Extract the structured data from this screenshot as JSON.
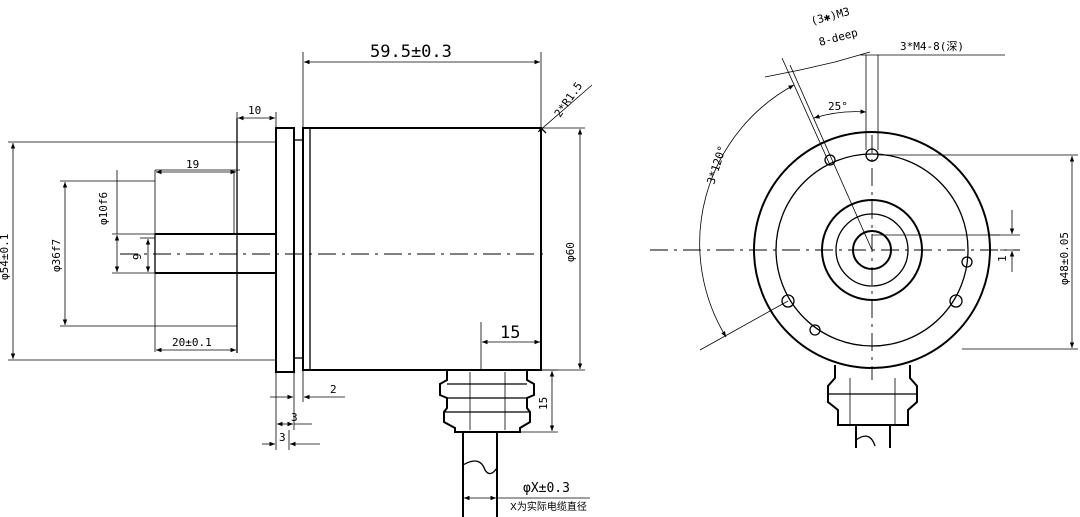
{
  "side_view": {
    "length": "59.5±0.3",
    "chamfer_radius": "2*R1.5",
    "flange_thickness": "10",
    "shaft_length": "19",
    "shaft_dia": "φ10f6",
    "spigot_dia": "φ36f7",
    "flat_dim": "9",
    "spigot_length": "20±0.1",
    "flange_dia": "φ54±0.1",
    "body_dia": "φ60",
    "cable_offset": "15",
    "gap_2": "2",
    "gap_3a": "3",
    "gap_3b": "3",
    "cable_height": "15",
    "cable_dia": "φX±0.3",
    "cable_note": "X为实际电缆直径"
  },
  "front_view": {
    "hole_m3": "(3✱)M3",
    "hole_depth": "8-deep",
    "hole_m4": "3*M4-8(深)",
    "angle_25": "25°",
    "angle_120": "3*120°",
    "pcd": "φ48±0.05",
    "offset_1": "1"
  }
}
